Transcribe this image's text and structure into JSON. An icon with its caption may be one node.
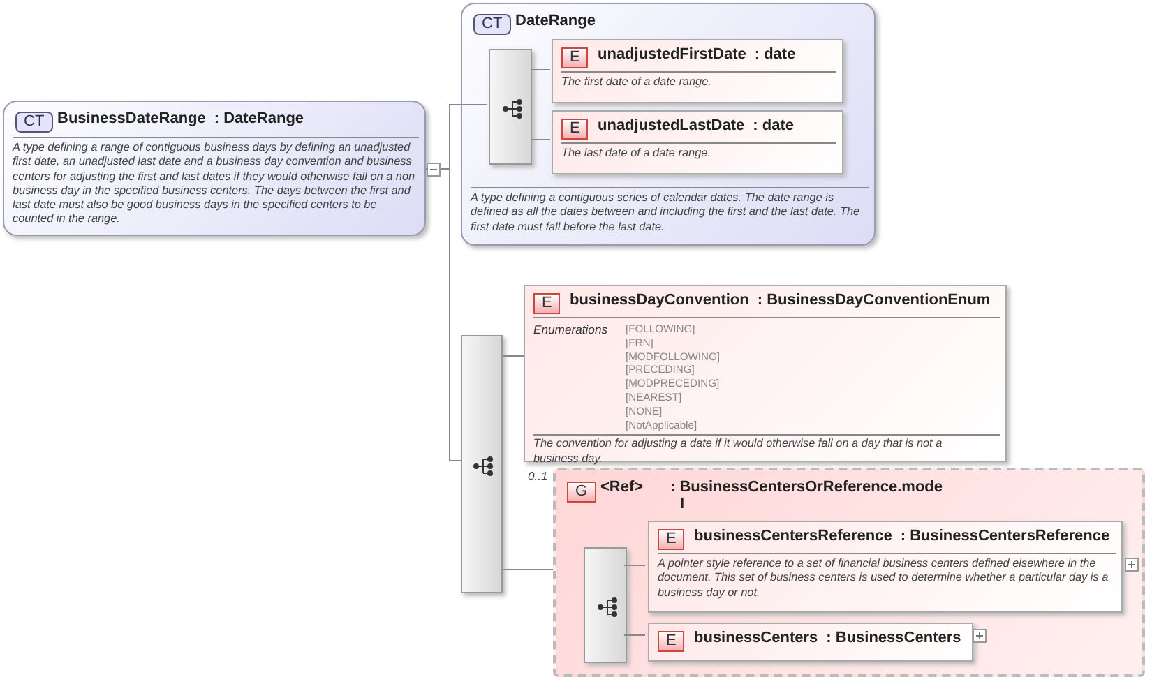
{
  "diagram": {
    "nodes": [
      {
        "text": [
          "CT",
          "BusinessDateRange",
          ": DateRange",
          "A type defining a range of contiguous business days by defining an unadjusted first date, an unadjusted last date and a business day convention and business centers for adjusting the first and last dates if they would otherwise fall on a non business day in the specified business centers. The days between the first and last date must also be good business days in the specified centers to be counted in the range."
        ]
      },
      {
        "text": [
          "CT",
          "DateRange",
          "A type defining a contiguous series of calendar dates. The date range is defined as all the dates between and including the first and the last date. The first date must fall before the last date."
        ]
      },
      {
        "text": [],
        "shape": "box",
        "in": 1
      },
      {
        "text": [
          "E",
          "unadjustedFirstDate",
          ": date",
          "The first date of a date range."
        ],
        "in": 1
      },
      {
        "text": [
          "E",
          "unadjustedLastDate",
          ": date",
          "The last date of a date range."
        ],
        "in": 1
      },
      {
        "text": [],
        "shape": "box"
      },
      {
        "text": [
          "E",
          "businessDayConvention",
          ": BusinessDayConventionEnum",
          "Enumerations",
          "[FOLLOWING]",
          "[FRN]",
          "[MODFOLLOWING]",
          "[PRECEDING]",
          "[MODPRECEDING]",
          "[NEAREST]",
          "[NONE]",
          "[NotApplicable]",
          "The convention for adjusting a date if it would otherwise fall on a day that is not a business day."
        ]
      },
      {
        "text": [
          "G",
          "<Ref>",
          ": BusinessCentersOrReference.mode",
          "I"
        ],
        "beside": [
          "0..1"
        ]
      },
      {
        "text": [],
        "shape": "box",
        "in": 7
      },
      {
        "text": [
          "E",
          "businessCentersReference",
          ": BusinessCentersReference",
          "A pointer style reference to a set of financial business centers defined elsewhere in the document. This set of business centers is used to determine whether a particular day is a business day or not."
        ],
        "in": 7
      },
      {
        "text": [
          "E",
          "businessCenters",
          ": BusinessCenters"
        ],
        "in": 7
      }
    ],
    "edges": [
      {
        "from": 0,
        "to": 2,
        "arrow": "none"
      },
      {
        "from": 0,
        "to": 5,
        "arrow": "none"
      },
      {
        "from": 2,
        "to": 3,
        "arrow": "none"
      },
      {
        "from": 2,
        "to": 4,
        "arrow": "none"
      },
      {
        "from": 5,
        "to": 6,
        "arrow": "none"
      },
      {
        "from": 5,
        "to": 7,
        "arrow": "none"
      },
      {
        "from": 8,
        "to": 9,
        "arrow": "none"
      },
      {
        "from": 8,
        "to": 10,
        "arrow": "none"
      }
    ]
  }
}
